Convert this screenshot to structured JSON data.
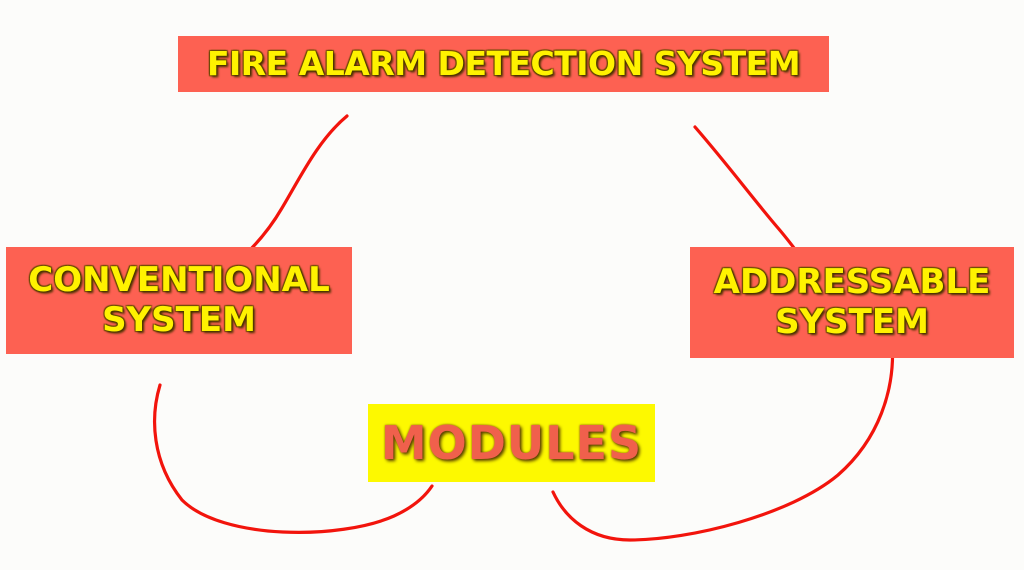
{
  "colors": {
    "red_box": "#fd6152",
    "yellow_box": "#fdf900",
    "red_text": "#fff200",
    "modules_text": "#f0604c",
    "connector": "#f2140c",
    "background": "#fcfcfa"
  },
  "nodes": {
    "title": {
      "text": "FIRE ALARM DETECTION SYSTEM"
    },
    "conventional": {
      "line1": "CONVENTIONAL",
      "line2": "SYSTEM"
    },
    "addressable": {
      "line1": "ADDRESSABLE",
      "line2": "SYSTEM"
    },
    "modules": {
      "text": "MODULES"
    }
  },
  "edges": [
    {
      "from": "title",
      "to": "conventional"
    },
    {
      "from": "title",
      "to": "addressable"
    },
    {
      "from": "conventional",
      "to": "modules"
    },
    {
      "from": "addressable",
      "to": "modules"
    }
  ]
}
